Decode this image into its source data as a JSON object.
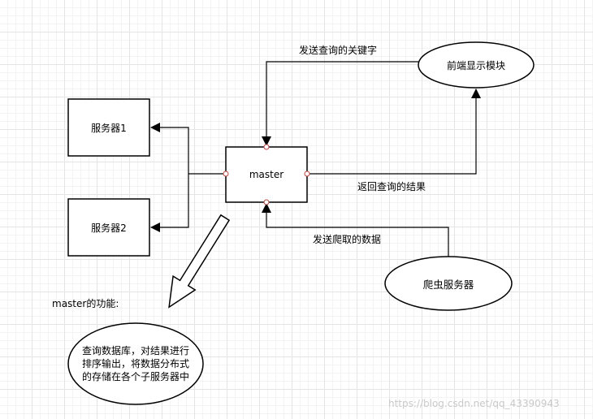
{
  "nodes": {
    "server1": "服务器1",
    "server2": "服务器2",
    "master": "master",
    "frontend": "前端显示模块",
    "crawler": "爬虫服务器",
    "function_desc": "查询数据库，对结果进行\n排序输出，将数据分布式\n的存储在各个子服务器中"
  },
  "edges": {
    "send_keyword": "发送查询的关键字",
    "return_result": "返回查询的结果",
    "send_crawled_data": "发送爬取的数据"
  },
  "annotations": {
    "master_function": "master的功能:"
  },
  "watermark": "https://blog.csdn.net/qq_43390943"
}
